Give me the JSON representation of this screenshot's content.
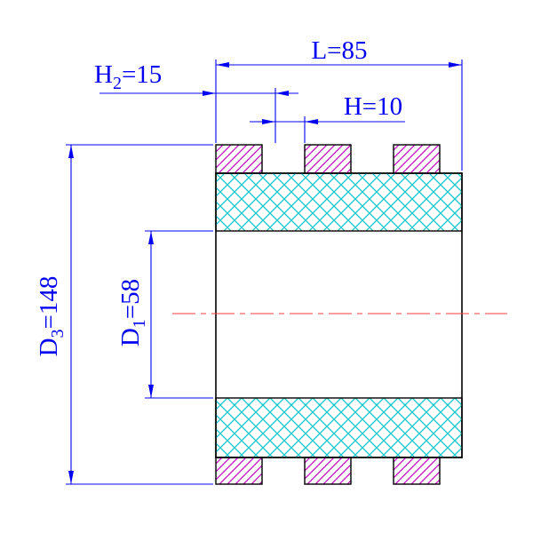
{
  "drawing": {
    "type": "technical-drawing",
    "dimensions": {
      "L": {
        "text": "L=85",
        "value": 85
      },
      "H2": {
        "prefix": "H",
        "sub": "2",
        "suffix": "=15",
        "value": 15
      },
      "H": {
        "text": "H=10",
        "value": 10
      },
      "D3": {
        "prefix": "D",
        "sub": "3",
        "suffix": "=148",
        "value": 148
      },
      "D1": {
        "prefix": "D",
        "sub": "1",
        "suffix": "=58",
        "value": 58
      }
    }
  },
  "colors": {
    "dimension": "#0000f2",
    "centerline": "#ff3c3c",
    "outline": "#000000",
    "hatch_cyan": "#00c3c8",
    "hatch_magenta": "#bf00bf",
    "background": "#ffffff"
  }
}
